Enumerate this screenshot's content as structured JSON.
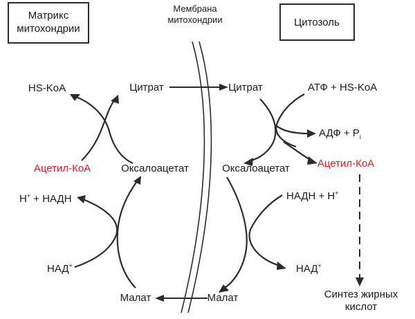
{
  "boxes": {
    "matrix": {
      "line1": "Матрикс",
      "line2": "митохондрии"
    },
    "cytosol": "Цитозоль"
  },
  "membrane": {
    "line1": "Мембрана",
    "line2": "митохондрии"
  },
  "matrix_side": {
    "hs_koa": "HS-KoA",
    "citrate": "Цитрат",
    "acetyl_koa": "Ацетил-КоА",
    "oxaloacetate": "Оксалоацетат",
    "h_nadh": {
      "h": "Н",
      "sup": "+",
      "rest": " + НАДН"
    },
    "nad": {
      "label": "НАД",
      "sup": "+"
    },
    "malate": "Малат"
  },
  "cytosol_side": {
    "citrate": "Цитрат",
    "atp_hs_koa": "АТФ + HS-KoA",
    "adp_p": {
      "label": "АДФ + P",
      "sub": "i"
    },
    "oxaloacetate": "Оксалоацетат",
    "acetyl_koa": "Ацетил-КоА",
    "nadh_h": {
      "label": "НАДН + Н",
      "sup": "+"
    },
    "nad": {
      "label": "НАД",
      "sup": "+"
    },
    "malate": "Малат",
    "synthesis": {
      "line1": "Синтез жирных",
      "line2": "кислот"
    }
  },
  "colors": {
    "highlight": "#e2191e",
    "ink": "#1a1a1a"
  }
}
